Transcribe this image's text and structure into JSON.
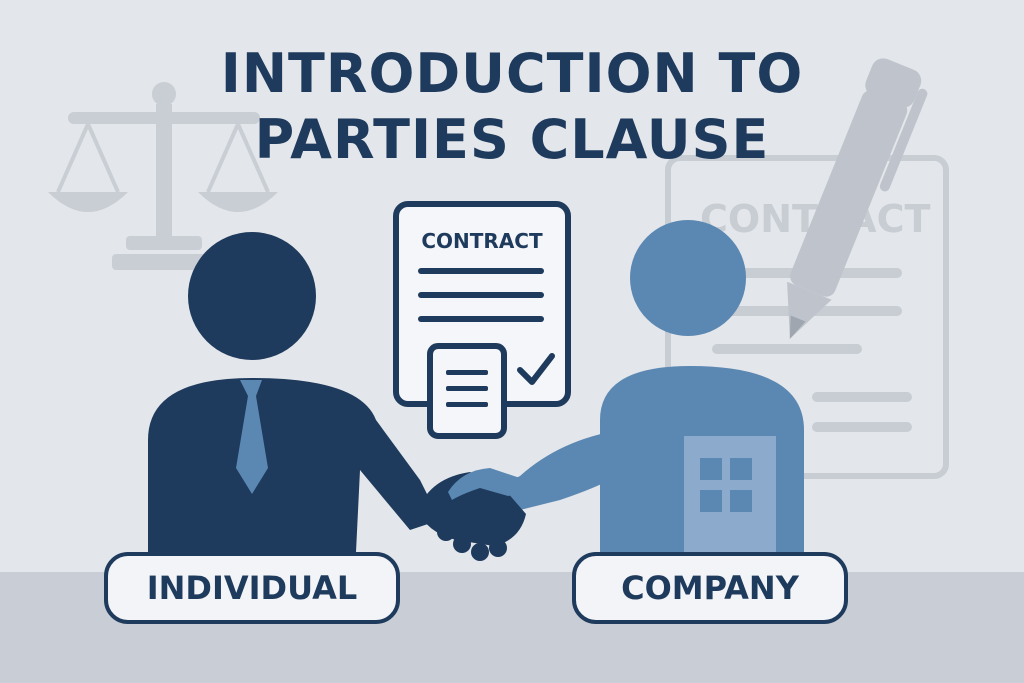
{
  "title": {
    "line1": "INTRODUCTION TO",
    "line2": "PARTIES CLAUSE"
  },
  "document": {
    "header": "CONTRACT",
    "icon": "checkmark-icon"
  },
  "background_document": {
    "header": "CONTRACT"
  },
  "parties": {
    "left": "INDIVIDUAL",
    "right": "COMPANY"
  },
  "icons": [
    "scales-of-justice-icon",
    "pen-icon",
    "handshake-icon",
    "building-icon",
    "necktie-icon"
  ],
  "colors": {
    "background": "#e3e6ea",
    "floor": "#c9ced6",
    "navy": "#1e3a5c",
    "steel_blue": "#5b87b3",
    "faded": "#c8ccd3"
  }
}
